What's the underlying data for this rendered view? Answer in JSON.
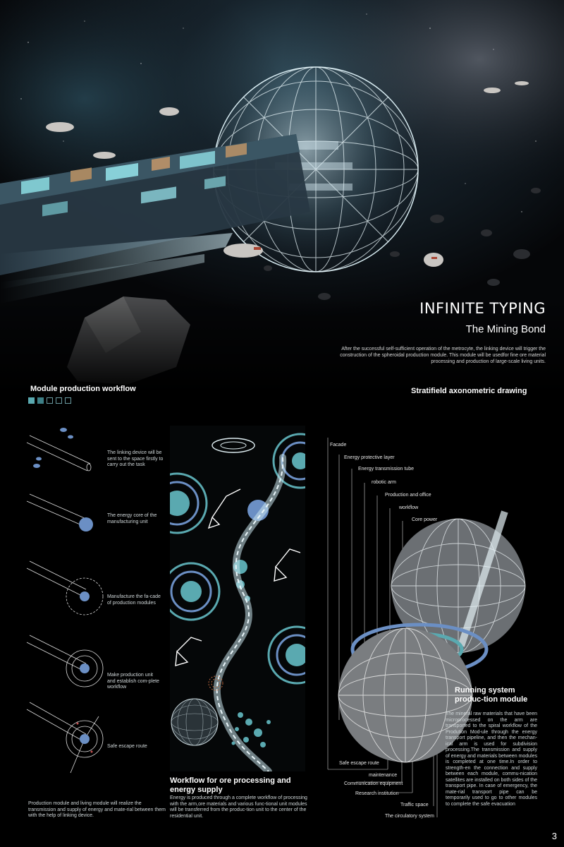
{
  "hero": {
    "title": "INFINITE TYPING",
    "subtitle": "The Mining Bond",
    "intro": "After the successful self-sufficient operation of the metrocyte, the linking device will trigger the construction of the spheroidal production module. This module will be usedfor fine ore material processing and production of large-scale living units."
  },
  "workflow": {
    "heading": "Module production workflow",
    "steps": [
      {
        "text": "The linking device will be sent to the space firstly to carry out the task"
      },
      {
        "text": "The energy core of the manufacturing unit"
      },
      {
        "text": "Manufacture the fa-cade of production modules"
      },
      {
        "text": "Make production unit and establish com-plete workflow"
      },
      {
        "text": "Safe escape route"
      }
    ],
    "footer": "Production module and living module will realize the transmission and supply of energy and mate-rial between them with the help of linking device."
  },
  "ore": {
    "heading": "Workflow for ore processing and energy supply",
    "body": "Energy is produced through a complete workflow of processing with the arm,ore materials and various func-tional unit modules will be transferred from the produc-tion unit to the center of the residential unit."
  },
  "axo": {
    "heading": "Stratifield axonometric drawing",
    "labels_top": [
      "Facade",
      "Energy protective layer",
      "Energy transmission tube",
      "robotic arm",
      "Production and office",
      "workflow",
      "Core power"
    ],
    "labels_bottom": [
      "Safe escape route",
      "maintenance",
      "Communication equipment",
      "Research institution",
      "Traffic space",
      "The circulatory system"
    ]
  },
  "running": {
    "heading": "Running system produc-tion module",
    "body": "The mineral raw materials that have been microprocessed on the arm are transported to the spiral workflow of the Prodution Mod-ule through the energy transport pipeline, and then the mechan-ical arm is used for subdivision processing.The transmission and supply of energy and materials between modules is completed at one time.In order to strength-en the connection and supply between each module, commu-nication satellites are installed on both sides of the transport pipe. In case of emergency, the mate-rial transport pipe can be temporarily used to go to other modules to complete the safe evacuation"
  },
  "page_number": "3",
  "colors": {
    "teal": "#5aa9b0",
    "blue": "#6b8fc4",
    "bg": "#000000"
  }
}
